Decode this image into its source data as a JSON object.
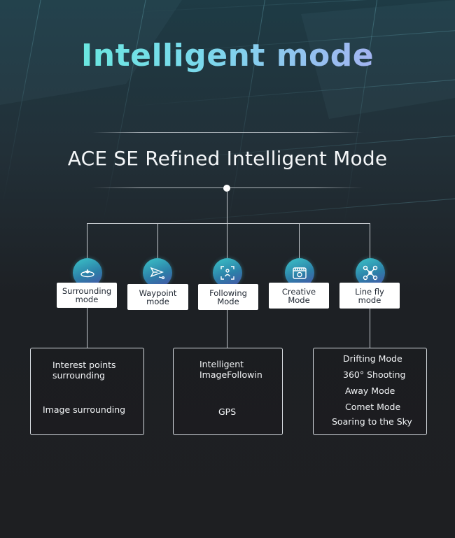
{
  "header": {
    "title": "Intelligent mode",
    "subtitle": "ACE SE Refined Intelligent Mode"
  },
  "modes": [
    {
      "label": "Surrounding\nmode",
      "icon": "orbit-icon"
    },
    {
      "label": "Waypoint\nmode",
      "icon": "waypoint-send-icon"
    },
    {
      "label": "Following\nMode",
      "icon": "follow-person-icon"
    },
    {
      "label": "Creative\nMode",
      "icon": "camera-icon"
    },
    {
      "label": "Line fly\nmode",
      "icon": "drone-icon"
    }
  ],
  "details": {
    "surrounding": {
      "item1": "Interest points\nsurrounding",
      "item2": "Image surrounding"
    },
    "following": {
      "item1": "Intelligent\nImageFollowin",
      "item2": "GPS"
    },
    "linefly": {
      "item1": "Drifting Mode",
      "item2": "360° Shooting",
      "item3": "Away Mode",
      "item4": "Comet Mode",
      "item5": "Soaring to the Sky"
    }
  },
  "colors": {
    "background": "#1f2023",
    "title_gradient_start": "#5ff0d9",
    "title_gradient_end": "#b6a3f4",
    "icon_gradient_start": "#3bc4c8",
    "icon_gradient_end": "#4a4fa6"
  }
}
